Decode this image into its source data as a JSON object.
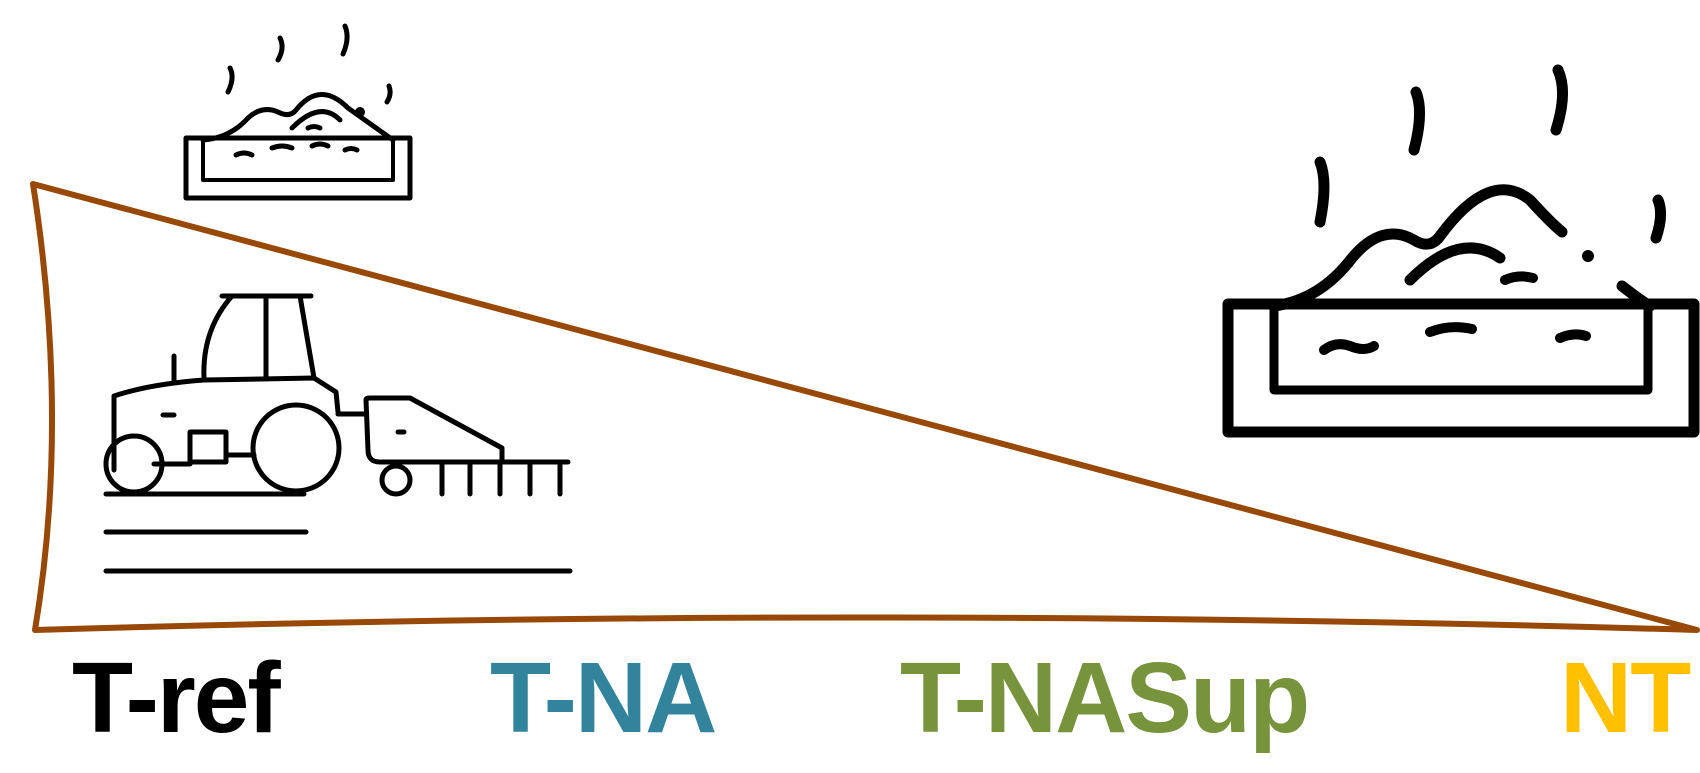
{
  "treatments": [
    {
      "label": "T-ref",
      "color": "#000000"
    },
    {
      "label": "T-NA",
      "color": "#31849B"
    },
    {
      "label": "T-NASup",
      "color": "#77933C"
    },
    {
      "label": "NT",
      "color": "#FFC000"
    }
  ],
  "wedge_color": "#984807",
  "icons": [
    "tractor-with-seeder-icon",
    "manure-pile-icon-small",
    "manure-pile-icon-large"
  ]
}
